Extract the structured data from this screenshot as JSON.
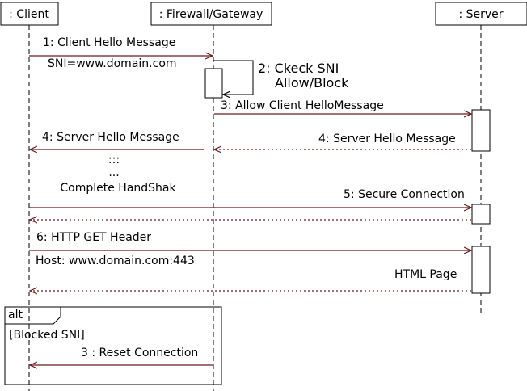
{
  "participants": {
    "client": ": Client",
    "gateway": ": Firewall/Gateway",
    "server": ": Server"
  },
  "messages": {
    "m1": "1: Client Hello Message",
    "m1_note": "SNI=www.domain.com",
    "m2_line1": "2: Ckeck SNI",
    "m2_line2": "Allow/Block",
    "m3": "3: Allow Client HelloMessage",
    "m4_gateway": "4: Server Hello Message",
    "m4_server": "4: Server Hello Message",
    "dots1": ":::",
    "dots2": "...",
    "complete": "Complete HandShak",
    "m5": "5: Secure Connection",
    "m6": "6: HTTP GET Header",
    "m6_host": "Host: www.domain.com:443",
    "html_page": "HTML Page"
  },
  "fragment": {
    "operator": "alt",
    "guard": "[Blocked SNI]",
    "message": "3 : Reset Connection"
  }
}
